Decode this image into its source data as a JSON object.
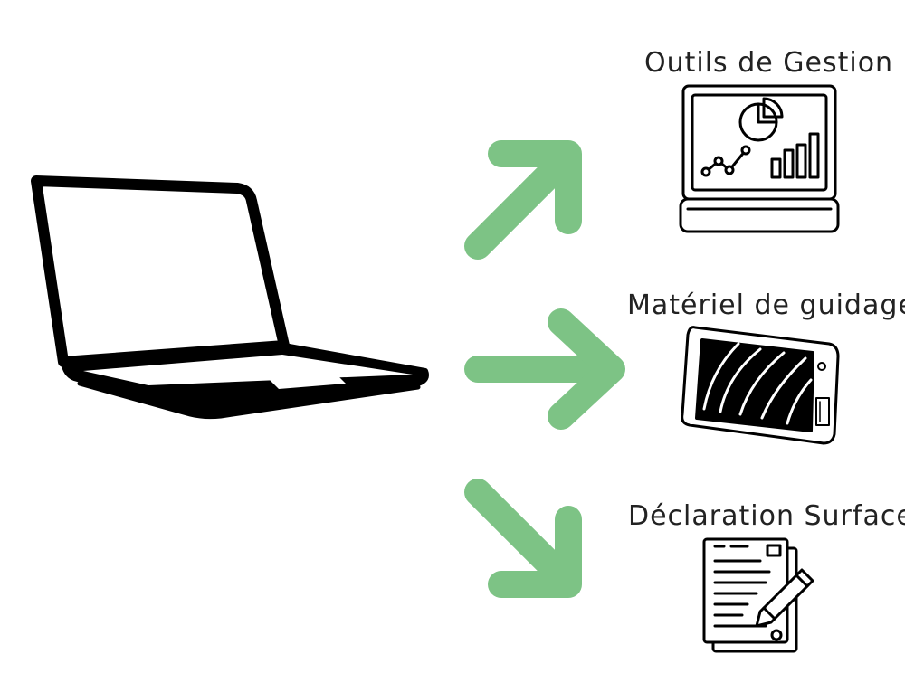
{
  "colors": {
    "arrow": "#7dc385",
    "stroke": "#000000",
    "text": "#222222"
  },
  "source": {
    "icon": "laptop-icon"
  },
  "targets": [
    {
      "label": "Outils de Gestion",
      "icon": "management-dashboard-icon"
    },
    {
      "label": "Matériel de guidage",
      "icon": "guidance-display-icon"
    },
    {
      "label": "Déclaration Surface",
      "icon": "declaration-document-icon"
    }
  ]
}
